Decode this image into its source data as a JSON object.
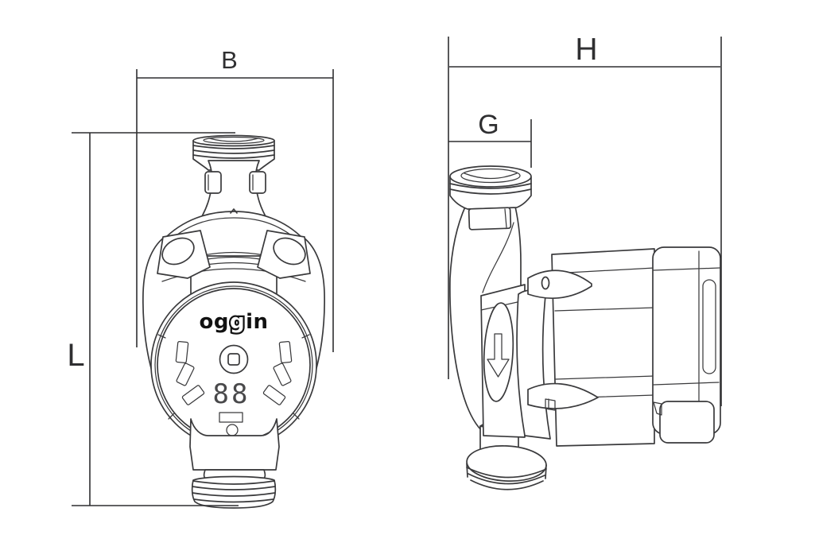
{
  "front_view": {
    "dim_width_label": "B",
    "dim_length_label": "L",
    "brand": {
      "seg1": "og",
      "seg2": "g",
      "seg3": "in"
    },
    "display_value": "88"
  },
  "side_view": {
    "dim_height_label": "H",
    "dim_port_label": "G"
  },
  "icons": {
    "flow_direction_arrow": "arrow-down"
  },
  "colors": {
    "line_color": "#3a3a3c",
    "dim_color": "#2f2f31",
    "brand_color": "#111111",
    "background": "#ffffff"
  }
}
